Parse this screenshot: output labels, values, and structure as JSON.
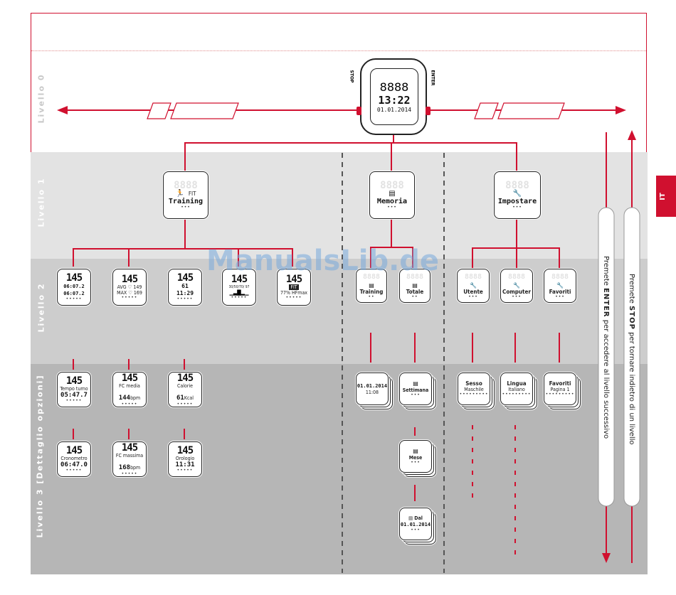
{
  "levels": {
    "l0": "Livello 0",
    "l1": "Livello 1",
    "l2": "Livello 2",
    "l3": "Livello 3 [Dettaglio opzioni]"
  },
  "main_watch": {
    "time": "13:22",
    "date": "01.01.2014",
    "stop_label": "STOP",
    "enter_label": "ENTER"
  },
  "level1": {
    "training": "Training",
    "training_tag": "FIT",
    "memoria": "Memoria",
    "impostare": "Impostare"
  },
  "level2_training": [
    {
      "hr": "145",
      "row1": "06:07.2",
      "row2": "06:07.2"
    },
    {
      "hr": "145",
      "row1": "AVG ♡ 149",
      "row2": "MAX ♡ 169"
    },
    {
      "hr": "145",
      "row1": "61",
      "row2": "11:29"
    },
    {
      "hr": "145",
      "row1": "30/50/70/ 97",
      "row2": ""
    },
    {
      "hr": "145",
      "row1": "FIT",
      "row2": "77% HFmax"
    }
  ],
  "level2_memoria": [
    "Training",
    "Totale"
  ],
  "level2_impostare": [
    "Utente",
    "Computer",
    "Favoriti"
  ],
  "level3_training": [
    {
      "hr": "145",
      "label": "Tempo turno",
      "value": "05:47.7"
    },
    {
      "hr": "145",
      "label": "FC media",
      "value": "144",
      "unit": "bpm"
    },
    {
      "hr": "145",
      "label": "Calorie",
      "value": "61",
      "unit": "Kcal"
    },
    {
      "hr": "145",
      "label": "Cronometro",
      "value": "06:47.0"
    },
    {
      "hr": "145",
      "label": "FC massima",
      "value": "168",
      "unit": "bpm"
    },
    {
      "hr": "145",
      "label": "Orologio",
      "value": "11:31"
    }
  ],
  "level3_memoria": {
    "entry": {
      "date": "01.01.2014",
      "time": "11:08"
    },
    "settimana": "Settimana",
    "mese": "Mese",
    "dal": "Dal",
    "dal_date": "01.01.2014"
  },
  "level3_impostare": [
    {
      "title": "Sesso",
      "value": "Maschile"
    },
    {
      "title": "Lingua",
      "value": "Italiano"
    },
    {
      "title": "Favoriti",
      "value": "Pagina 1"
    }
  ],
  "side": {
    "enter_text_pre": "Premete ",
    "enter_key": "ENTER",
    "enter_text_post": " per accedere al livello successivo",
    "stop_text_pre": "Premete ",
    "stop_key": "STOP",
    "stop_text_post": " per tornare indietro di un livello"
  },
  "lang_tab": "IT",
  "watermark": "ManualsLib.de",
  "colors": {
    "accent": "#d0102f",
    "band1": "#e3e3e3",
    "band2": "#cdcdcd",
    "band3": "#b6b6b6"
  }
}
